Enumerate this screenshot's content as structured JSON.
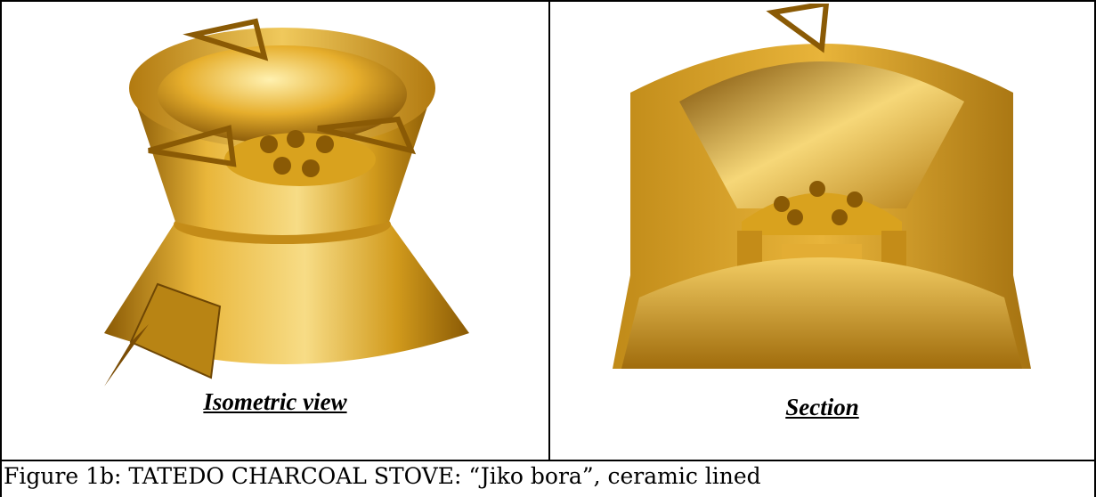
{
  "table": {
    "left_caption": "Isometric view",
    "right_caption": "Section",
    "figure_caption": "Figure 1b: TATEDO CHARCOAL STOVE: “Jiko bora”, ceramic lined"
  },
  "colors": {
    "gold_light": "#f4d06a",
    "gold_mid": "#d9a21e",
    "gold_dark": "#8a5a05",
    "border": "#000000"
  }
}
